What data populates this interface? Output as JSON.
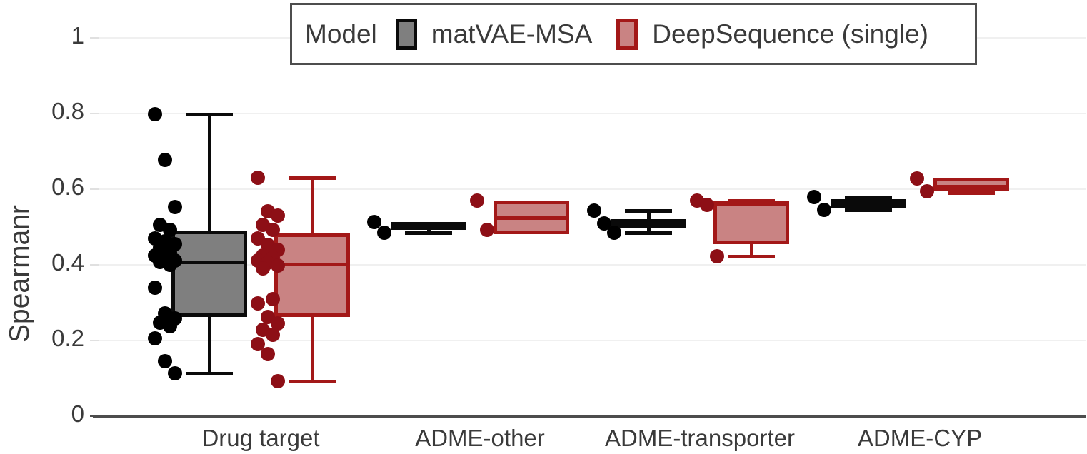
{
  "axes": {
    "ylabel": "Spearmanr",
    "yticks": [
      "1",
      "0.8",
      "0.6",
      "0.4",
      "0.2",
      "0"
    ],
    "ytick_values": [
      1,
      0.8,
      0.6,
      0.4,
      0.2,
      0
    ],
    "xticks": [
      "Drug target",
      "ADME-other",
      "ADME-transporter",
      "ADME-CYP"
    ]
  },
  "legend": {
    "title": "Model",
    "entries": [
      {
        "label": "matVAE-MSA",
        "fill": "#7f7f7f",
        "edge": "#0a0a0a"
      },
      {
        "label": "DeepSequence (single)",
        "fill": "#c98383",
        "edge": "#a31818"
      }
    ]
  },
  "chart_data": {
    "type": "box",
    "title": "",
    "xlabel": "",
    "ylabel": "Spearmanr",
    "ylim": [
      0,
      1.06
    ],
    "grid": true,
    "legend_position": "top-center",
    "categories": [
      "Drug target",
      "ADME-other",
      "ADME-transporter",
      "ADME-CYP"
    ],
    "series": [
      {
        "name": "matVAE-MSA",
        "color": "#7f7f7f",
        "edge_color": "#0a0a0a",
        "point_color": "#000000",
        "boxes": [
          {
            "category": "Drug target",
            "whisker_low": 0.113,
            "q1": 0.262,
            "median": 0.408,
            "q3": 0.49,
            "whisker_high": 0.798,
            "points": [
              0.798,
              0.677,
              0.553,
              0.505,
              0.492,
              0.47,
              0.462,
              0.455,
              0.445,
              0.432,
              0.425,
              0.418,
              0.412,
              0.408,
              0.4,
              0.34,
              0.272,
              0.258,
              0.248,
              0.238,
              0.205,
              0.145,
              0.113
            ]
          },
          {
            "category": "ADME-other",
            "whisker_low": 0.485,
            "q1": 0.492,
            "median": 0.503,
            "q3": 0.513,
            "whisker_high": 0.513,
            "points": [
              0.513,
              0.485
            ]
          },
          {
            "category": "ADME-transporter",
            "whisker_low": 0.485,
            "q1": 0.497,
            "median": 0.508,
            "q3": 0.52,
            "whisker_high": 0.543,
            "points": [
              0.543,
              0.51,
              0.485
            ]
          },
          {
            "category": "ADME-CYP",
            "whisker_low": 0.545,
            "q1": 0.551,
            "median": 0.562,
            "q3": 0.574,
            "whisker_high": 0.58,
            "points": [
              0.58,
              0.545
            ]
          }
        ]
      },
      {
        "name": "DeepSequence (single)",
        "color": "#c98383",
        "edge_color": "#a31818",
        "point_color": "#8d0f16",
        "boxes": [
          {
            "category": "Drug target",
            "whisker_low": 0.093,
            "q1": 0.262,
            "median": 0.402,
            "q3": 0.483,
            "whisker_high": 0.63,
            "points": [
              0.63,
              0.541,
              0.531,
              0.505,
              0.492,
              0.47,
              0.452,
              0.44,
              0.425,
              0.418,
              0.412,
              0.405,
              0.398,
              0.39,
              0.31,
              0.298,
              0.262,
              0.245,
              0.228,
              0.215,
              0.19,
              0.165,
              0.093
            ]
          },
          {
            "category": "ADME-other",
            "whisker_low": 0.481,
            "q1": 0.481,
            "median": 0.525,
            "q3": 0.57,
            "whisker_high": 0.57,
            "points": [
              0.569,
              0.493
            ]
          },
          {
            "category": "ADME-transporter",
            "whisker_low": 0.422,
            "q1": 0.455,
            "median": 0.562,
            "q3": 0.568,
            "whisker_high": 0.57,
            "points": [
              0.57,
              0.558,
              0.422
            ]
          },
          {
            "category": "ADME-CYP",
            "whisker_low": 0.591,
            "q1": 0.596,
            "median": 0.608,
            "q3": 0.63,
            "whisker_high": 0.63,
            "points": [
              0.628,
              0.594
            ]
          }
        ]
      }
    ]
  }
}
